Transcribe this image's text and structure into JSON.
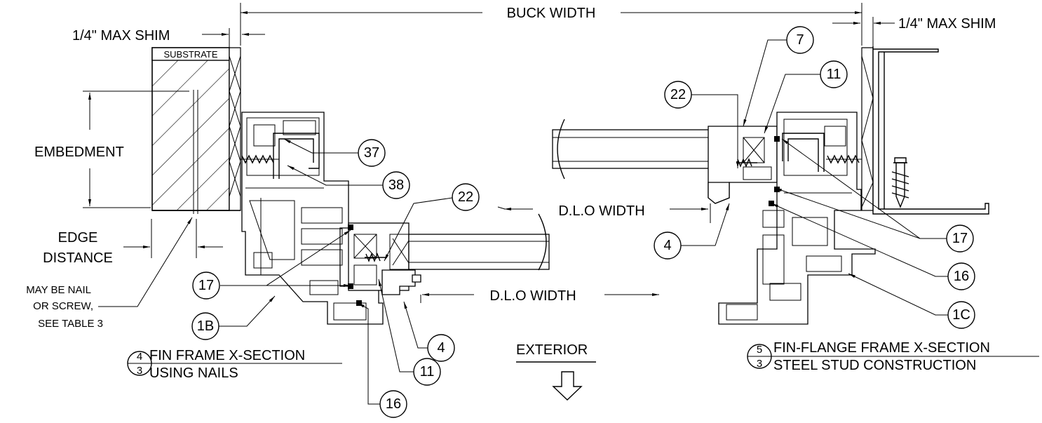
{
  "dims": {
    "buck_width": "BUCK WIDTH",
    "shim_left": "1/4\" MAX SHIM",
    "shim_right": "1/4\" MAX SHIM",
    "embedment": "EMBEDMENT",
    "edge_distance_1": "EDGE",
    "edge_distance_2": "DISTANCE",
    "dlo_upper": "D.L.O WIDTH",
    "dlo_lower": "D.L.O WIDTH"
  },
  "notes": {
    "substrate": "SUBSTRATE",
    "nail_1": "MAY BE NAIL",
    "nail_2": "OR SCREW,",
    "nail_3": "SEE TABLE 3",
    "exterior": "EXTERIOR"
  },
  "callouts": {
    "c37": "37",
    "c38": "38",
    "c22a": "22",
    "c17a": "17",
    "c1b": "1B",
    "c16a": "16",
    "c11a": "11",
    "c4a": "4",
    "c7": "7",
    "c11b": "11",
    "c22b": "22",
    "c4b": "4",
    "c17b": "17",
    "c16b": "16",
    "c1c": "1C"
  },
  "titles": {
    "left_num": "4",
    "left_sheet": "3",
    "left_line1": "FIN FRAME X-SECTION",
    "left_line2": "USING NAILS",
    "right_num": "5",
    "right_sheet": "3",
    "right_line1": "FIN-FLANGE FRAME X-SECTION",
    "right_line2": "STEEL STUD CONSTRUCTION"
  }
}
